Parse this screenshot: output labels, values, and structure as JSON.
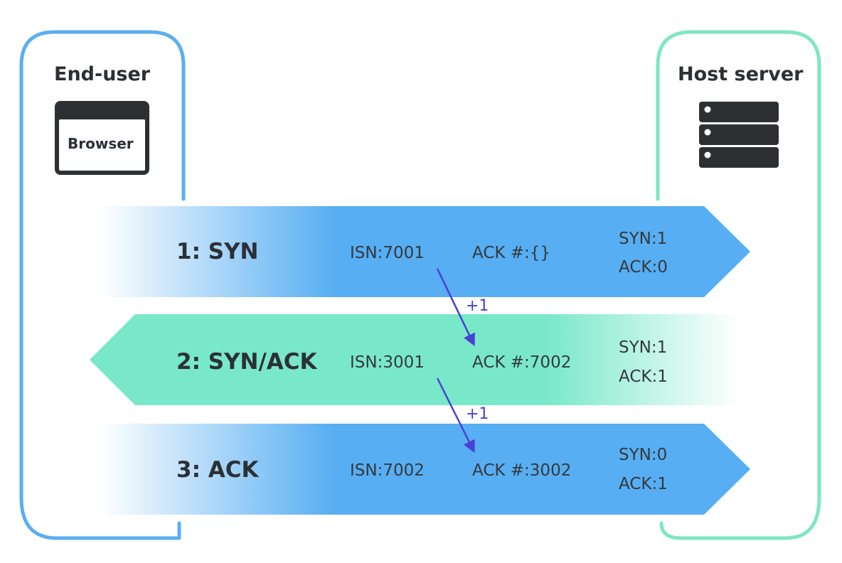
{
  "end_user": {
    "title": "End-user",
    "browser_label": "Browser",
    "frame_color": "#5aaef0"
  },
  "host": {
    "title": "Host server",
    "frame_color": "#7ee6c2"
  },
  "steps": [
    {
      "label": "1: SYN",
      "isn": "ISN:7001",
      "ack_num": "ACK #:{}",
      "syn": "SYN:1",
      "ack_flag": "ACK:0",
      "direction": "right",
      "color": "#57aef2"
    },
    {
      "label": "2: SYN/ACK",
      "isn": "ISN:3001",
      "ack_num": "ACK #:7002",
      "syn": "SYN:1",
      "ack_flag": "ACK:1",
      "direction": "left",
      "color": "#78e8c8"
    },
    {
      "label": "3: ACK",
      "isn": "ISN:7002",
      "ack_num": "ACK #:3002",
      "syn": "SYN:0",
      "ack_flag": "ACK:1",
      "direction": "right",
      "color": "#57aef2"
    }
  ],
  "increments": [
    {
      "label": "+1",
      "color": "#4a3fd6"
    },
    {
      "label": "+1",
      "color": "#4a3fd6"
    }
  ]
}
